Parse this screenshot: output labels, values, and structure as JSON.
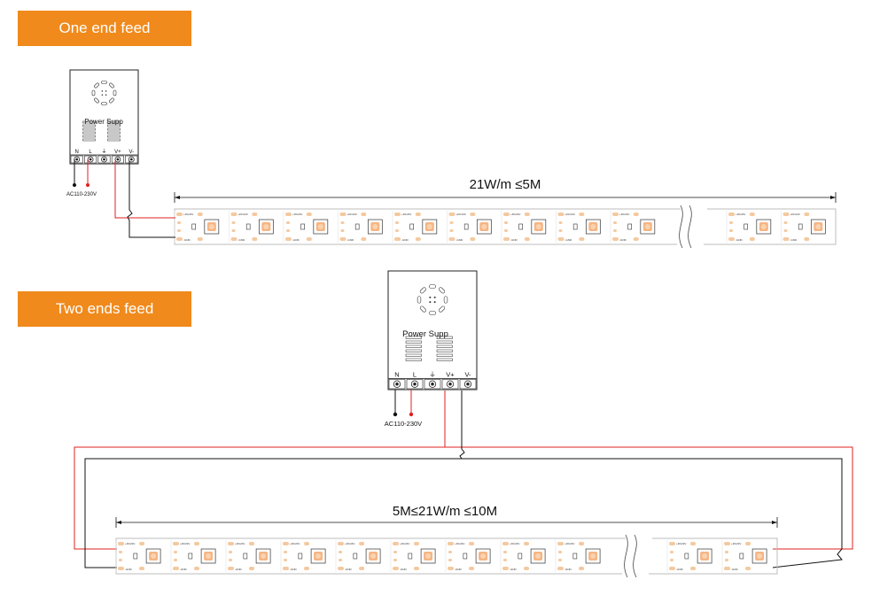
{
  "sections": {
    "one_end": {
      "title": "One end feed",
      "dimension": "21W/m ≤5M"
    },
    "two_ends": {
      "title": "Two ends feed",
      "dimension": "5M≤21W/m ≤10M"
    }
  },
  "psu": {
    "label": "Power Supp",
    "ac_input": "AC110-230V",
    "terminals": [
      "N",
      "L",
      "⏚",
      "V+",
      "V-"
    ]
  },
  "strip": {
    "pad_plus": "+DC24V",
    "pad_minus": "-GND"
  },
  "colors": {
    "accent": "#f08a1c",
    "led_pad": "#f4c9a0",
    "led_chip": "#f6b584",
    "wire_positive": "#e02020",
    "wire_negative": "#111111",
    "strip_outline": "#bdbdbd"
  }
}
